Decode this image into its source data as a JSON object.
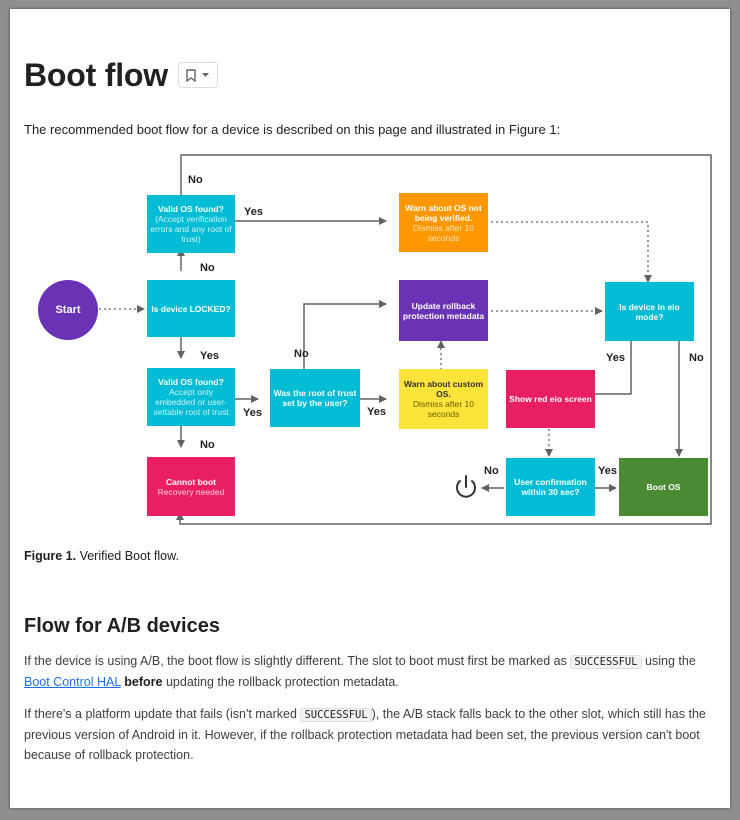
{
  "page": {
    "title": "Boot flow",
    "intro": "The recommended boot flow for a device is described on this page and illustrated in Figure 1:"
  },
  "diagram": {
    "start": "Start",
    "valid_os_top": {
      "title": "Valid OS found?",
      "sub": "(Accept verification errors and any root of trust)"
    },
    "warn_os": {
      "title": "Warn about OS not being verified.",
      "sub": "Dismiss after 10 seconds"
    },
    "is_locked": {
      "title": "Is device LOCKED?"
    },
    "update_rollback": {
      "title": "Update rollback protection metadata"
    },
    "eio_mode": {
      "title": "Is device in eio mode?"
    },
    "valid_os_bottom": {
      "title": "Valid OS found?",
      "sub": "Accept only embedded or user-settable root of trust"
    },
    "root_trust": {
      "title": "Was the root of trust set by the user?"
    },
    "warn_custom": {
      "title": "Warn about custom OS.",
      "sub": "Dismiss after 10 seconds"
    },
    "red_eio": {
      "title": "Show red eio screen"
    },
    "cannot_boot": {
      "title": "Cannot boot",
      "sub": "Recovery needed"
    },
    "user_confirm": {
      "title": "User confirmation within 30 sec?"
    },
    "boot_os": {
      "title": "Boot OS"
    },
    "labels": {
      "no_top": "No",
      "yes_top": "Yes",
      "no_locked": "No",
      "yes_locked": "Yes",
      "yes_valid_bottom": "Yes",
      "no_valid_bottom": "No",
      "no_root": "No",
      "yes_root": "Yes",
      "yes_eio": "Yes",
      "no_eio": "No",
      "no_confirm": "No",
      "yes_confirm": "Yes"
    },
    "power_icon": "power-icon",
    "colors": {
      "teal": "#00bcd4",
      "orange": "#ff9800",
      "purple": "#6a32b4",
      "yellow": "#fde43a",
      "pink": "#ea1f63",
      "green": "#4a8a32"
    }
  },
  "caption": {
    "label": "Figure 1.",
    "text": " Verified Boot flow."
  },
  "section": {
    "title": "Flow for A/B devices",
    "p1_a": "If the device is using A/B, the boot flow is slightly different. The slot to boot must first be marked as ",
    "p1_code": "SUCCESSFUL",
    "p1_b": "using the ",
    "p1_link": "Boot Control HAL",
    "p1_strong": "before",
    "p1_c": " updating the rollback protection metadata.",
    "p2_a": "If there's a platform update that fails (isn't marked ",
    "p2_code": "SUCCESSFUL",
    "p2_b": "), the A/B stack falls back to the other slot, which still has the previous version of Android in it. However, if the rollback protection metadata had been set, the previous version can't boot because of rollback protection."
  }
}
